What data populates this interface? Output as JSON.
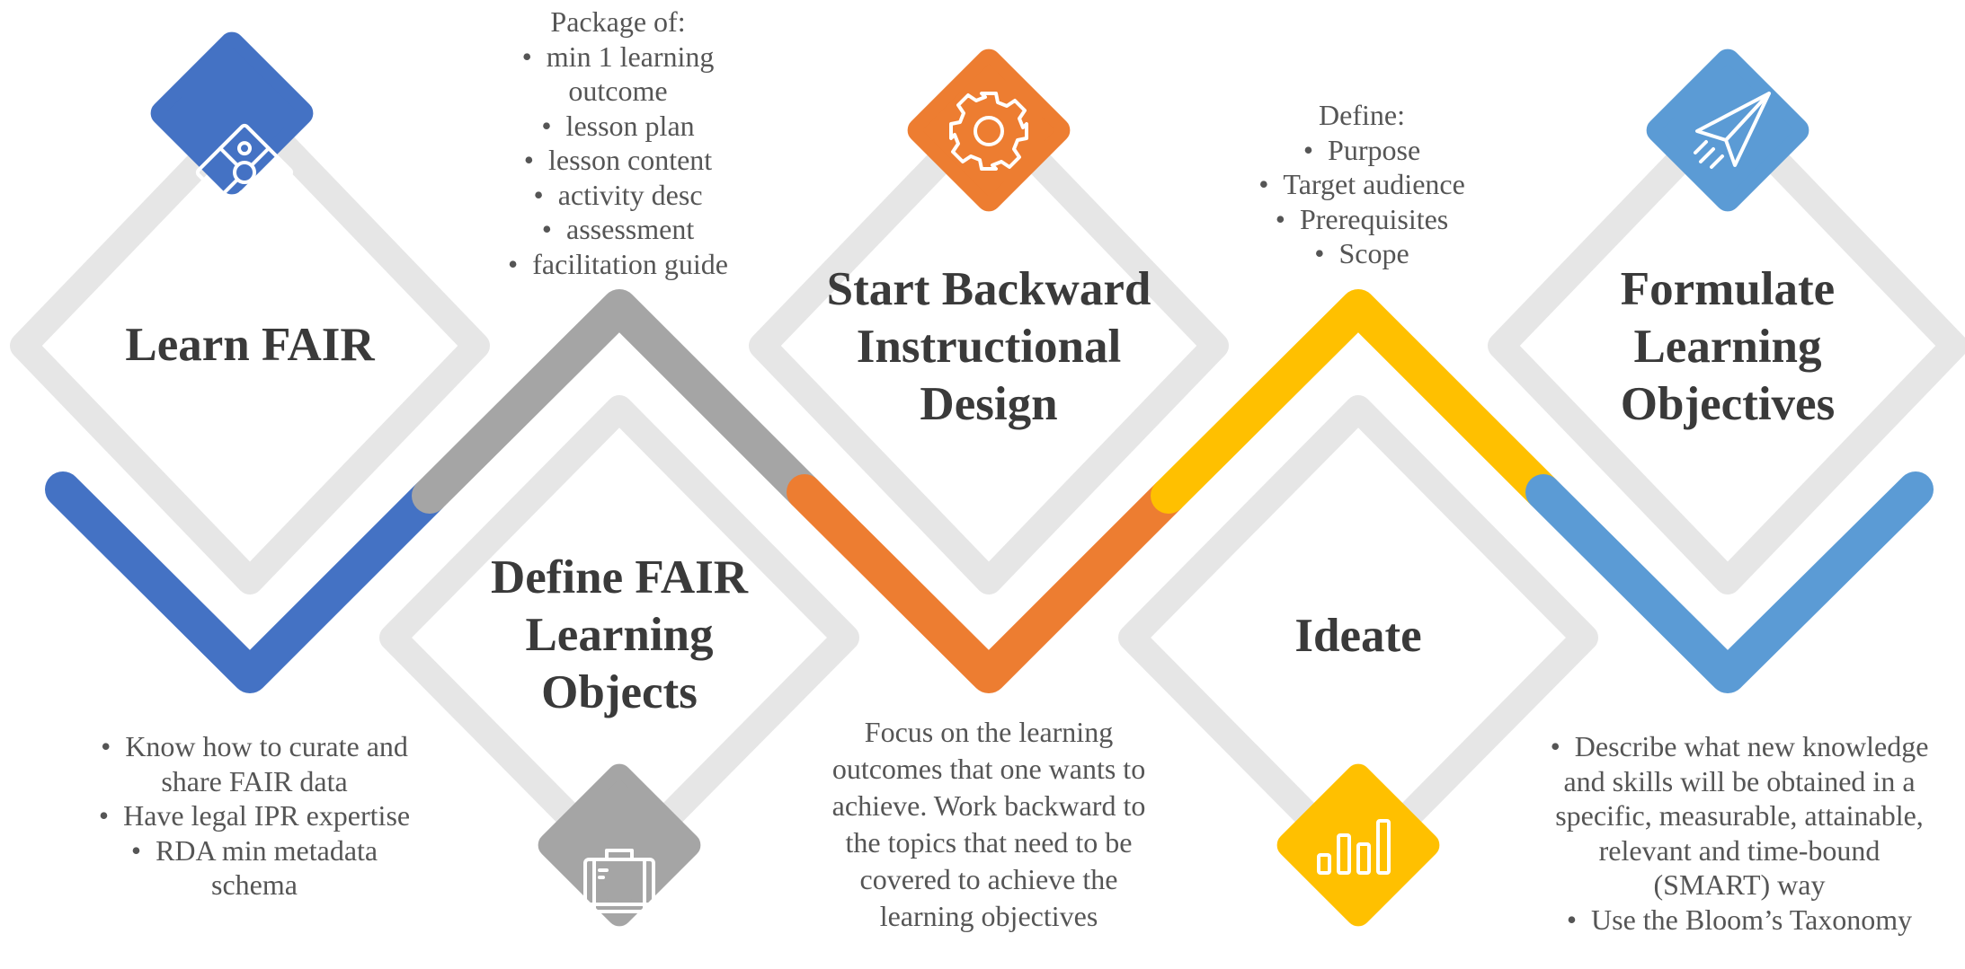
{
  "steps": [
    {
      "title_lines": [
        "Learn FAIR"
      ],
      "color": "#4472C4",
      "icon": "puzzle-icon",
      "desc_bullets": [
        "Know how to curate and share FAIR data",
        "Have legal IPR expertise",
        "RDA min metadata schema"
      ]
    },
    {
      "title_lines": [
        "Define FAIR",
        "Learning",
        "Objects"
      ],
      "color": "#A5A5A5",
      "icon": "briefcase-icon",
      "desc_heading": "Package of:",
      "desc_bullets": [
        "min 1 learning outcome",
        "lesson plan",
        "lesson content",
        "activity desc",
        "assessment",
        "facilitation guide"
      ]
    },
    {
      "title_lines": [
        "Start Backward",
        "Instructional",
        "Design"
      ],
      "color": "#ED7D31",
      "icon": "gear-icon",
      "desc_paragraph": "Focus on the learning outcomes that one wants to achieve. Work backward to the topics that need to be covered to achieve the learning objectives"
    },
    {
      "title_lines": [
        "Ideate"
      ],
      "color": "#FFC000",
      "icon": "bar-chart-icon",
      "desc_heading": "Define:",
      "desc_bullets": [
        "Purpose",
        "Target audience",
        "Prerequisites",
        "Scope"
      ]
    },
    {
      "title_lines": [
        "Formulate",
        "Learning",
        "Objectives"
      ],
      "color": "#5B9BD5",
      "icon": "paper-plane-icon",
      "desc_bullets": [
        "Describe what new knowledge and skills will be obtained in a specific, measurable, attainable, relevant and time-bound (SMART) way",
        "Use the Bloom’s Taxonomy"
      ]
    }
  ]
}
